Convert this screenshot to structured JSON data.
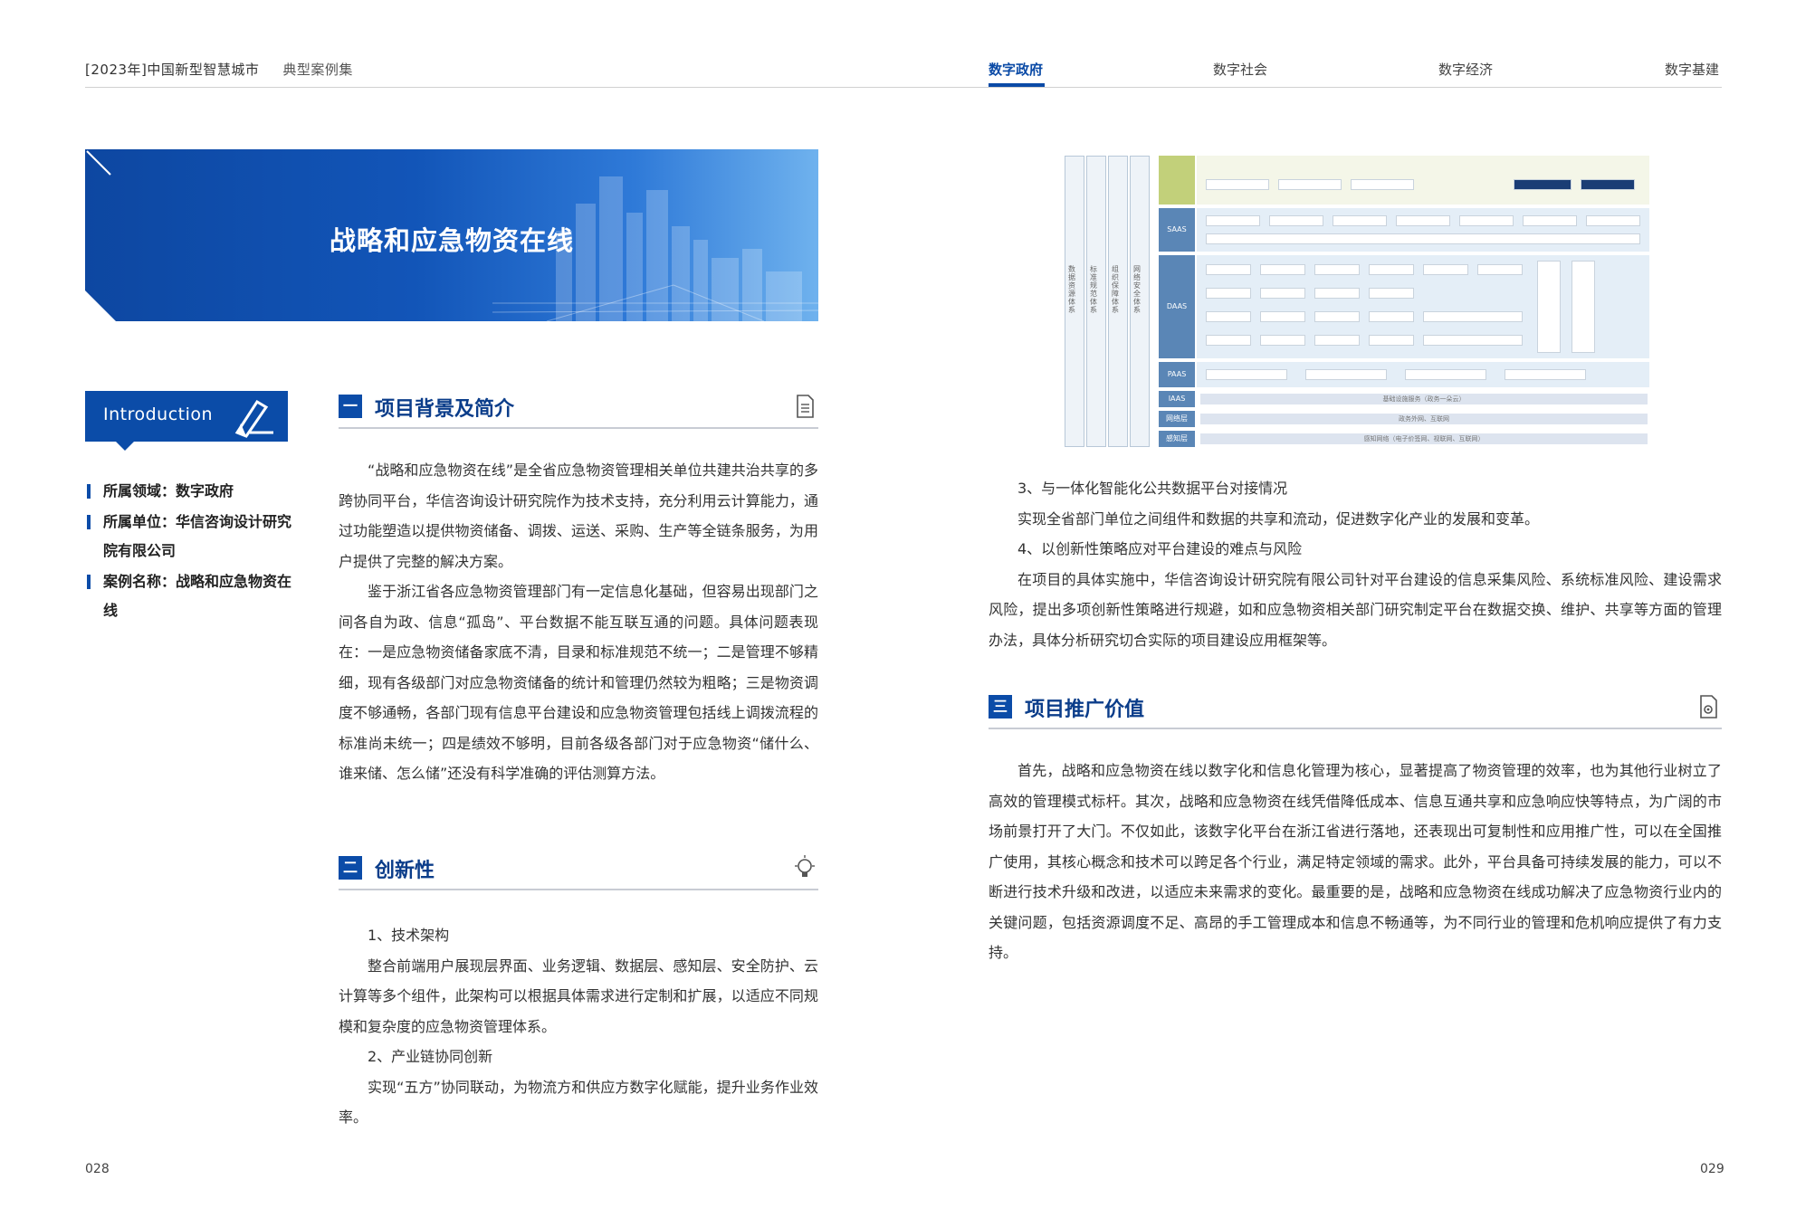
{
  "header": {
    "report_title": "[2023年]中国新型智慧城市",
    "report_sub": "典型案例集",
    "nav": [
      "数字政府",
      "数字社会",
      "数字经济",
      "数字基建"
    ]
  },
  "banner": {
    "title": "战略和应急物资在线"
  },
  "intro": {
    "tag": "Introduction",
    "fields": [
      {
        "key": "所属领域：",
        "value": "数字政府"
      },
      {
        "key": "所属单位：",
        "value": "华信咨询设计研究院有限公司"
      },
      {
        "key": "案例名称：",
        "value": "战略和应急物资在线"
      }
    ]
  },
  "sections": {
    "s1": {
      "num": "一",
      "title": "项目背景及简介",
      "paras": [
        "“战略和应急物资在线”是全省应急物资管理相关单位共建共治共享的多跨协同平台，华信咨询设计研究院作为技术支持，充分利用云计算能力，通过功能塑造以提供物资储备、调拨、运送、采购、生产等全链条服务，为用户提供了完整的解决方案。",
        "鉴于浙江省各应急物资管理部门有一定信息化基础，但容易出现部门之间各自为政、信息“孤岛”、平台数据不能互联互通的问题。具体问题表现在：一是应急物资储备家底不清，目录和标准规范不统一；二是管理不够精细，现有各级部门对应急物资储备的统计和管理仍然较为粗略；三是物资调度不够通畅，各部门现有信息平台建设和应急物资管理包括线上调拨流程的标准尚未统一；四是绩效不够明，目前各级各部门对于应急物资“储什么、谁来储、怎么储”还没有科学准确的评估测算方法。"
      ]
    },
    "s2": {
      "num": "二",
      "title": "创新性",
      "lines": [
        "1、技术架构",
        "整合前端用户展现层界面、业务逻辑、数据层、感知层、安全防护、云计算等多个组件，此架构可以根据具体需求进行定制和扩展，以适应不同规模和复杂度的应急物资管理体系。",
        "2、产业链协同创新",
        "实现“五方”协同联动，为物流方和供应方数字化赋能，提升业务作业效率。"
      ],
      "lines_right": [
        "3、与一体化智能化公共数据平台对接情况",
        "实现全省部门单位之间组件和数据的共享和流动，促进数字化产业的发展和变革。",
        "4、以创新性策略应对平台建设的难点与风险",
        "在项目的具体实施中，华信咨询设计研究院有限公司针对平台建设的信息采集风险、系统标准风险、建设需求风险，提出多项创新性策略进行规避，如和应急物资相关部门研究制定平台在数据交换、维护、共享等方面的管理办法，具体分析研究切合实际的项目建设应用框架等。"
      ]
    },
    "s3": {
      "num": "三",
      "title": "项目推广价值",
      "paras": [
        "首先，战略和应急物资在线以数字化和信息化管理为核心，显著提高了物资管理的效率，也为其他行业树立了高效的管理模式标杆。其次，战略和应急物资在线凭借降低成本、信息互通共享和应急响应快等特点，为广阔的市场前景打开了大门。不仅如此，该数字化平台在浙江省进行落地，还表现出可复制性和应用推广性，可以在全国推广使用，其核心概念和技术可以跨足各个行业，满足特定领域的需求。此外，平台具备可持续发展的能力，可以不断进行技术升级和改进，以适应未来需求的变化。最重要的是，战略和应急物资在线成功解决了应急物资行业内的关键问题，包括资源调度不足、高昂的手工管理成本和信息不畅通等，为不同行业的管理和危机响应提供了有力支持。"
      ]
    }
  },
  "diagram": {
    "layers": [
      "SAAS",
      "DAAS",
      "PAAS",
      "IAAS",
      "网络层",
      "感知层"
    ],
    "iaas_bar": "基础设施服务（政务一朵云）",
    "net_bar": "政务外网、互联网",
    "sense_bar": "感知网络（电子价签网、视联网、互联网）"
  },
  "footer": {
    "left_page": "028",
    "right_page": "029"
  }
}
